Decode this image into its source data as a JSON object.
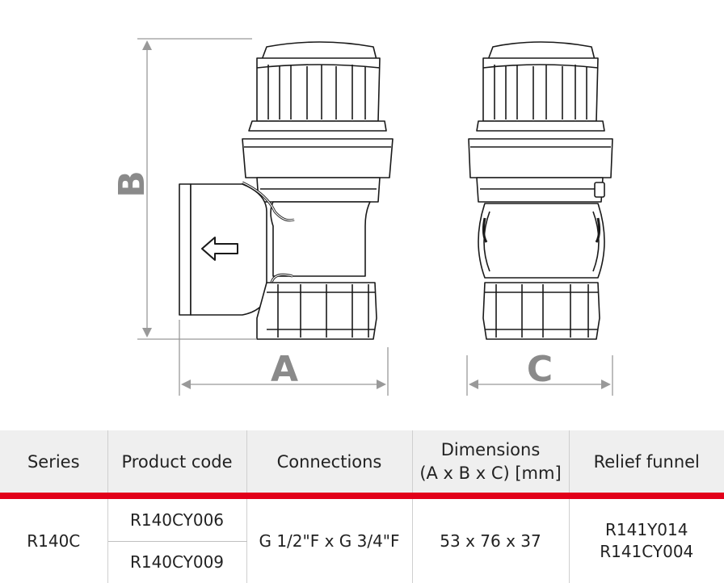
{
  "drawing": {
    "dim_labels": {
      "a": "A",
      "b": "B",
      "c": "C"
    },
    "colors": {
      "line": "#1a1a1a",
      "dimension": "#999999",
      "accent": "#e2001a",
      "header_bg": "#efefef"
    }
  },
  "table": {
    "headers": {
      "series": "Series",
      "product_code": "Product code",
      "connections": "Connections",
      "dimensions_line1": "Dimensions",
      "dimensions_line2": "(A x B x C) [mm]",
      "relief_funnel": "Relief funnel"
    },
    "row": {
      "series": "R140C",
      "product_codes": [
        "R140CY006",
        "R140CY009"
      ],
      "connections": "G 1/2\"F x G 3/4\"F",
      "dimensions": "53 x 76 x 37",
      "relief_funnels": [
        "R141Y014",
        "R141CY004"
      ]
    }
  }
}
